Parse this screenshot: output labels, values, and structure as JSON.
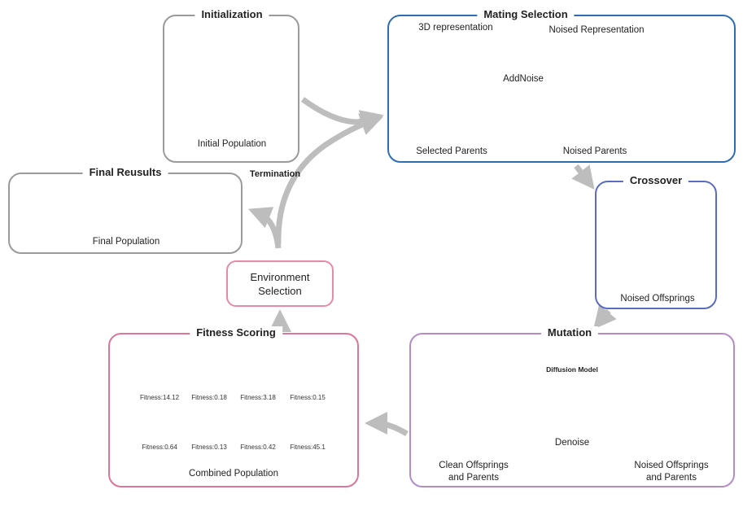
{
  "initialization": {
    "title": "Initialization",
    "caption": "Initial Population"
  },
  "mating": {
    "title": "Mating Selection",
    "rep3d": "3D representation",
    "noised_rep": "Noised Representation",
    "add_noise": "AddNoise",
    "selected_parents": "Selected Parents",
    "noised_parents": "Noised Parents"
  },
  "final": {
    "title": "Final Reusults",
    "caption": "Final Population",
    "termination": "Termination"
  },
  "crossover": {
    "title": "Crossover",
    "caption": "Noised Offsprings"
  },
  "environment": {
    "line1": "Environment",
    "line2": "Selection"
  },
  "fitness": {
    "title": "Fitness Scoring",
    "caption": "Combined Population",
    "scores": [
      "Fitness:14.12",
      "Fitness:0.18",
      "Fitness:3.18",
      "Fitness:0.15",
      "Fitness:0.64",
      "Fitness:0.13",
      "Fitness:0.42",
      "Fitness:45.1"
    ]
  },
  "mutation": {
    "title": "Mutation",
    "model": "Diffusion Model",
    "denoise": "Denoise",
    "clean_line1": "Clean Offsprings",
    "clean_line2": "and Parents",
    "noised_line1": "Noised Offsprings",
    "noised_line2": "and Parents"
  },
  "colors": {
    "gray": "#9a9a9a",
    "blue": "#2e6db4",
    "indigo": "#5b6bbf",
    "pink": "#d9769a",
    "purple": "#b38cc6",
    "yellow": "#f6cd6a",
    "cyan": "#6fe8e8",
    "pale_yellow": "#f8efd8",
    "pale_cyan": "#dff6f6"
  }
}
